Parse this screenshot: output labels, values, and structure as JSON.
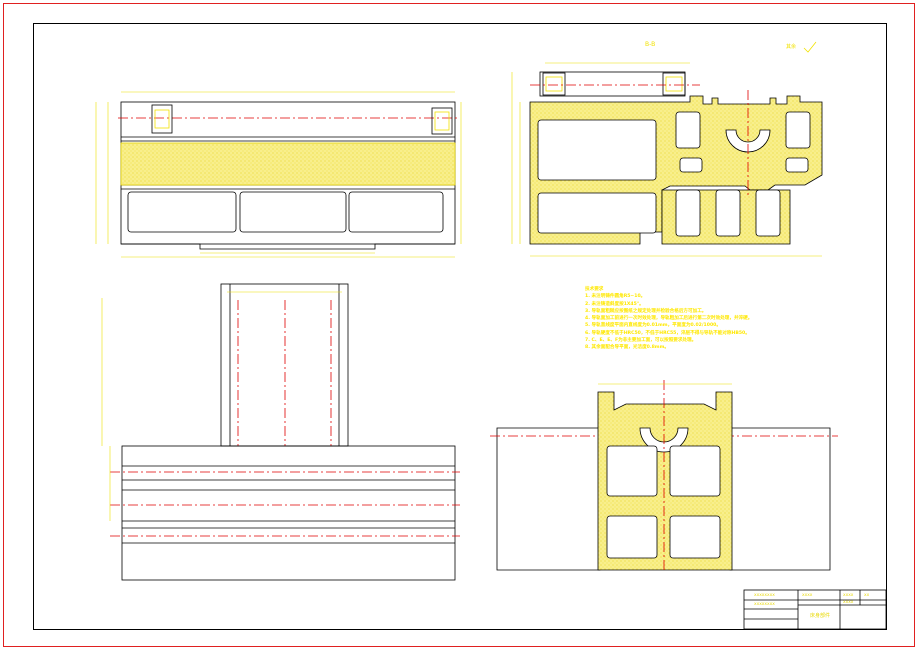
{
  "colors": {
    "outer_border": "#e02020",
    "frame": "#000000",
    "outline": "#f2e200",
    "centerline": "#e00000",
    "hatch": "#f5ea60",
    "dimension": "#ece000"
  },
  "drawing": {
    "views": [
      {
        "id": "front-view"
      },
      {
        "id": "section-view",
        "label": "B-B"
      },
      {
        "id": "plan-view"
      },
      {
        "id": "end-view"
      }
    ],
    "technical_requirements_title": "技术要求",
    "technical_requirements": [
      "1. 未注明铸件圆角R5~10。",
      "2. 未注铸造斜度按1X45°。",
      "3. 导轨面粗糙应按图纸之规定处理并检验合格后方可加工。",
      "4. 导轨面加工前进行一次时效处理，导轨粗加工后进行第二次时效处理，并淬硬。",
      "5. 导轨直线度平面内直线度为0.01mm，平面度为0.02/1000。",
      "6. 导轨硬度不低于HRC50，不低于HRC55，淬层不得与导轨不能对称HB50。",
      "7. C、E、E、F为非主要加工面，可以按照要求处理。",
      "8. 其余面配合导平面，光洁度0.8mm。"
    ],
    "surface_roughness_note": "其余",
    "title_block": {
      "company_line1": "XXXXXXXX",
      "company_line2": "XXXXXXXX",
      "part_name": "床身部件",
      "cells": [
        "XXXX",
        "XXXX",
        "XX",
        "XXXX"
      ]
    }
  }
}
